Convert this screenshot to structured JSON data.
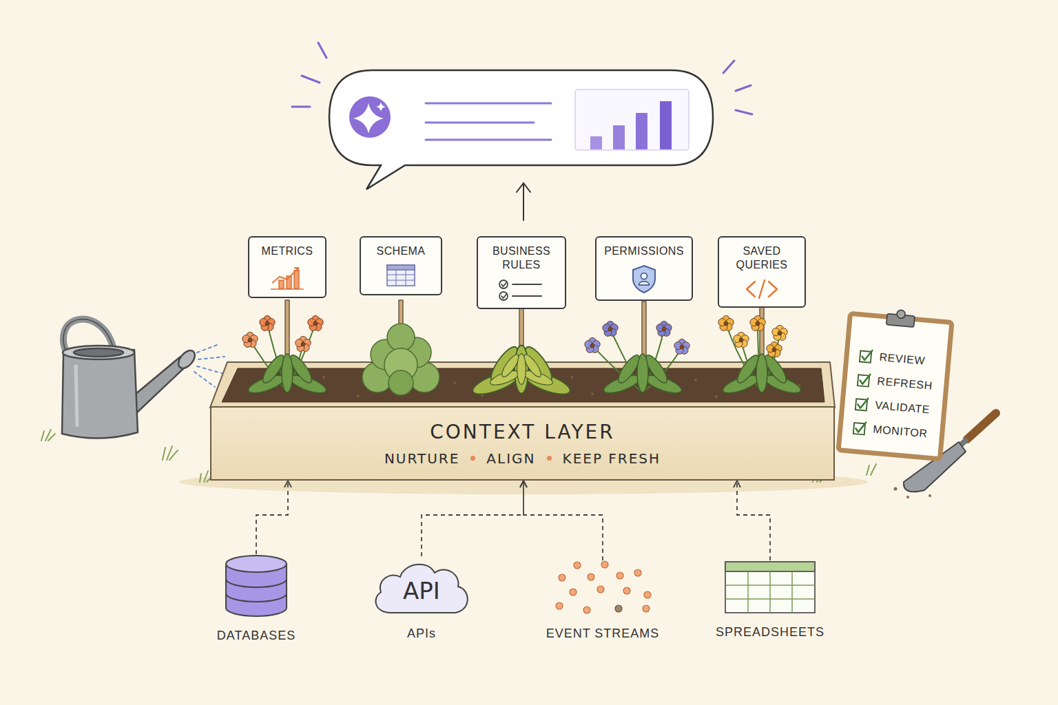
{
  "diagram": {
    "nodes": [
      {
        "text": [
          "METRICS"
        ]
      },
      {
        "text": [
          "SCHEMA"
        ]
      },
      {
        "text": [
          "BUSINESS RULES"
        ]
      },
      {
        "text": [
          "PERMISSIONS"
        ]
      },
      {
        "text": [
          "SAVED QUERIES"
        ]
      },
      {
        "text": [
          "CONTEXT LAYER",
          "NURTURE",
          "ALIGN",
          "KEEP FRESH"
        ]
      },
      {
        "text": [
          "REVIEW",
          "REFRESH",
          "VALIDATE",
          "MONITOR"
        ]
      },
      {
        "text": [
          "DATABASES"
        ]
      },
      {
        "text": [
          "API",
          "APIs"
        ]
      },
      {
        "text": [
          "EVENT STREAMS"
        ]
      },
      {
        "text": [
          "SPREADSHEETS"
        ]
      }
    ],
    "edges": [
      {
        "from": 7,
        "to": 5,
        "arrow": "to"
      },
      {
        "from": 8,
        "to": 5,
        "arrow": "to"
      },
      {
        "from": 9,
        "to": 5,
        "arrow": "to"
      },
      {
        "from": 10,
        "to": 5,
        "arrow": "to"
      }
    ]
  }
}
